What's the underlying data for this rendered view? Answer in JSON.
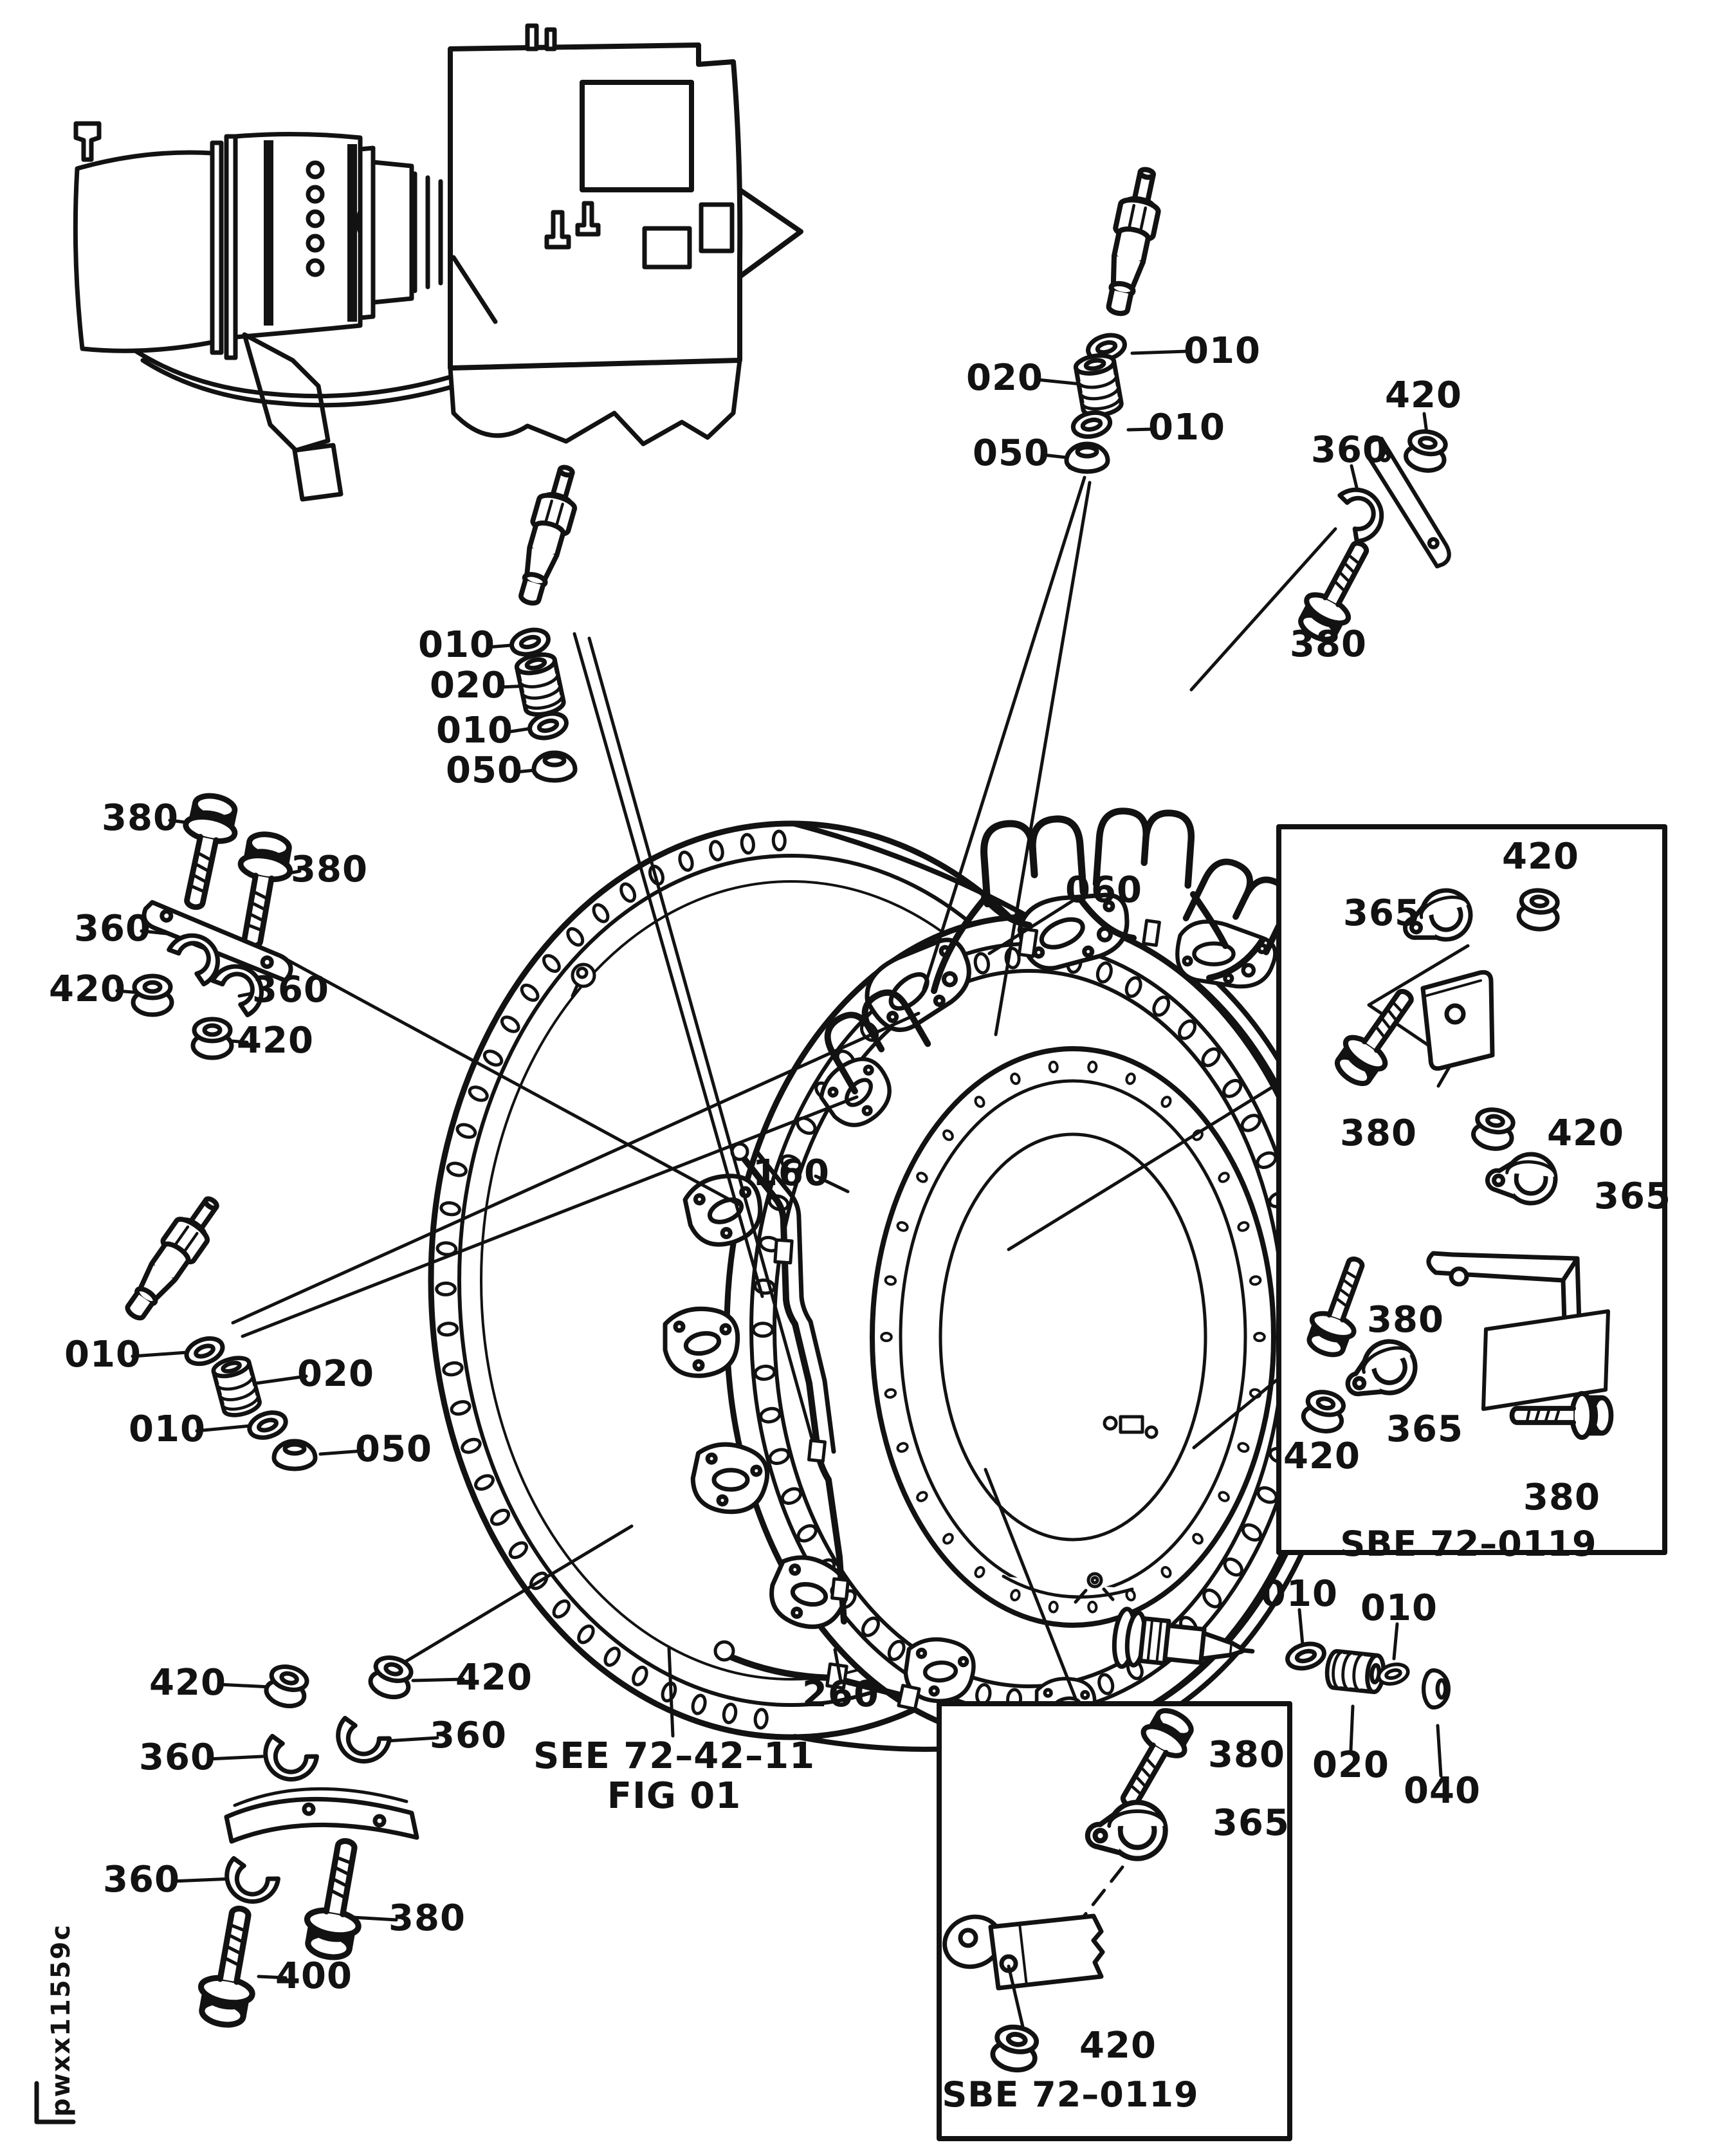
{
  "figure": {
    "footer": {
      "code": "pwxx11559c"
    },
    "reference": {
      "line1": "SEE 72–42–11",
      "line2": "FIG 01"
    },
    "insets": {
      "box1": {
        "label": "SBE 72–0119"
      },
      "box2": {
        "label": "SBE 72–0119"
      }
    },
    "callouts": [
      {
        "t": "010"
      },
      {
        "t": "020"
      },
      {
        "t": "010"
      },
      {
        "t": "050"
      },
      {
        "t": "010"
      },
      {
        "t": "020"
      },
      {
        "t": "010"
      },
      {
        "t": "050"
      },
      {
        "t": "420"
      },
      {
        "t": "360"
      },
      {
        "t": "380"
      },
      {
        "t": "380"
      },
      {
        "t": "380"
      },
      {
        "t": "360"
      },
      {
        "t": "420"
      },
      {
        "t": "360"
      },
      {
        "t": "420"
      },
      {
        "t": "060"
      },
      {
        "t": "160"
      },
      {
        "t": "260"
      },
      {
        "t": "010"
      },
      {
        "t": "020"
      },
      {
        "t": "010"
      },
      {
        "t": "050"
      },
      {
        "t": "420"
      },
      {
        "t": "420"
      },
      {
        "t": "360"
      },
      {
        "t": "360"
      },
      {
        "t": "360"
      },
      {
        "t": "380"
      },
      {
        "t": "400"
      },
      {
        "t": "010"
      },
      {
        "t": "010"
      },
      {
        "t": "020"
      },
      {
        "t": "040"
      },
      {
        "t": "420"
      },
      {
        "t": "365"
      },
      {
        "t": "380"
      },
      {
        "t": "420"
      },
      {
        "t": "365"
      },
      {
        "t": "380"
      },
      {
        "t": "365"
      },
      {
        "t": "420"
      },
      {
        "t": "380"
      },
      {
        "t": "380"
      },
      {
        "t": "365"
      },
      {
        "t": "420"
      }
    ]
  }
}
